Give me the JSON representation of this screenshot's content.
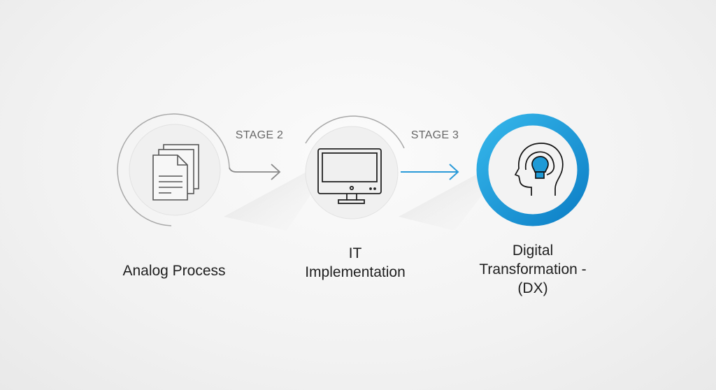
{
  "stages": [
    {
      "label": "Analog Process",
      "icon": "documents-icon"
    },
    {
      "label_lines": [
        "IT",
        "Implementation"
      ],
      "icon": "monitor-icon"
    },
    {
      "label_lines": [
        "Digital",
        "Transformation -",
        "(DX)"
      ],
      "icon": "head-lightbulb-icon"
    }
  ],
  "connectors": [
    {
      "label": "STAGE 2",
      "color": "#888888"
    },
    {
      "label": "STAGE 3",
      "color": "#2a9ad8"
    }
  ],
  "colors": {
    "accent": "#1a9ad6",
    "gray": "#8a8a8a"
  }
}
